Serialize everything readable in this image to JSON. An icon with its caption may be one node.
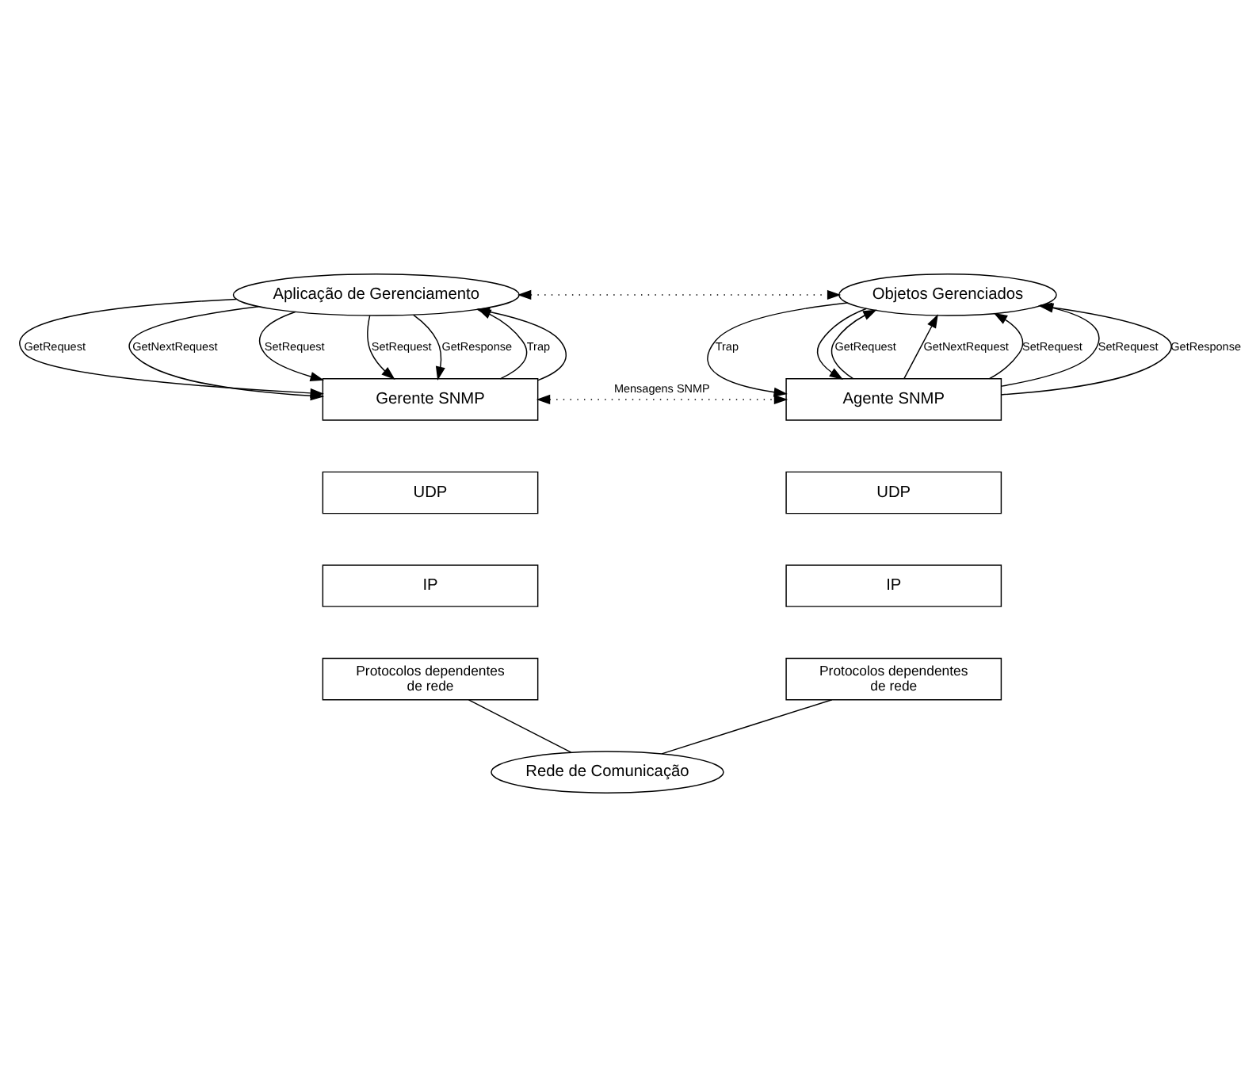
{
  "diagram": {
    "nodes": [
      {
        "text": [
          "Aplicação de Gerenciamento"
        ]
      },
      {
        "text": [
          "Objetos Gerenciados"
        ]
      },
      {
        "text": [
          "Gerente SNMP"
        ]
      },
      {
        "text": [
          "UDP"
        ]
      },
      {
        "text": [
          "IP"
        ]
      },
      {
        "text": [
          "Protocolos dependentes de rede"
        ]
      },
      {
        "text": [
          "Agente SNMP"
        ]
      },
      {
        "text": [
          "UDP"
        ]
      },
      {
        "text": [
          "IP"
        ]
      },
      {
        "text": [
          "Protocolos dependentes de rede"
        ]
      },
      {
        "text": [
          "Rede de Comunicação"
        ]
      }
    ],
    "edges": [
      {
        "from": 0,
        "to": 1,
        "arrow": "both",
        "style": "dashed"
      },
      {
        "from": 0,
        "to": 2,
        "arrow": "to",
        "label": "GetRequest"
      },
      {
        "from": 0,
        "to": 2,
        "arrow": "to",
        "label": "GetNextRequest"
      },
      {
        "from": 0,
        "to": 2,
        "arrow": "to",
        "label": "SetRequest"
      },
      {
        "from": 0,
        "to": 2,
        "arrow": "to",
        "label": "SetRequest"
      },
      {
        "from": 0,
        "to": 2,
        "arrow": "to",
        "label": "GetResponse"
      },
      {
        "from": 2,
        "to": 0,
        "arrow": "to",
        "label": "Trap"
      },
      {
        "from": 2,
        "to": 0,
        "arrow": "to"
      },
      {
        "from": 6,
        "to": 1,
        "arrow": "to",
        "label": "GetRequest"
      },
      {
        "from": 6,
        "to": 1,
        "arrow": "to",
        "label": "GetNextRequest"
      },
      {
        "from": 6,
        "to": 1,
        "arrow": "to",
        "label": "SetRequest"
      },
      {
        "from": 6,
        "to": 1,
        "arrow": "to",
        "label": "SetRequest"
      },
      {
        "from": 6,
        "to": 1,
        "arrow": "to",
        "label": "GetResponse"
      },
      {
        "from": 1,
        "to": 6,
        "arrow": "to",
        "label": "Trap"
      },
      {
        "from": 1,
        "to": 6,
        "arrow": "to"
      },
      {
        "from": 2,
        "to": 6,
        "arrow": "both",
        "style": "dashed",
        "label": "Mensagens SNMP"
      },
      {
        "from": 5,
        "to": 10,
        "arrow": "none"
      },
      {
        "from": 9,
        "to": 10,
        "arrow": "none"
      }
    ]
  }
}
